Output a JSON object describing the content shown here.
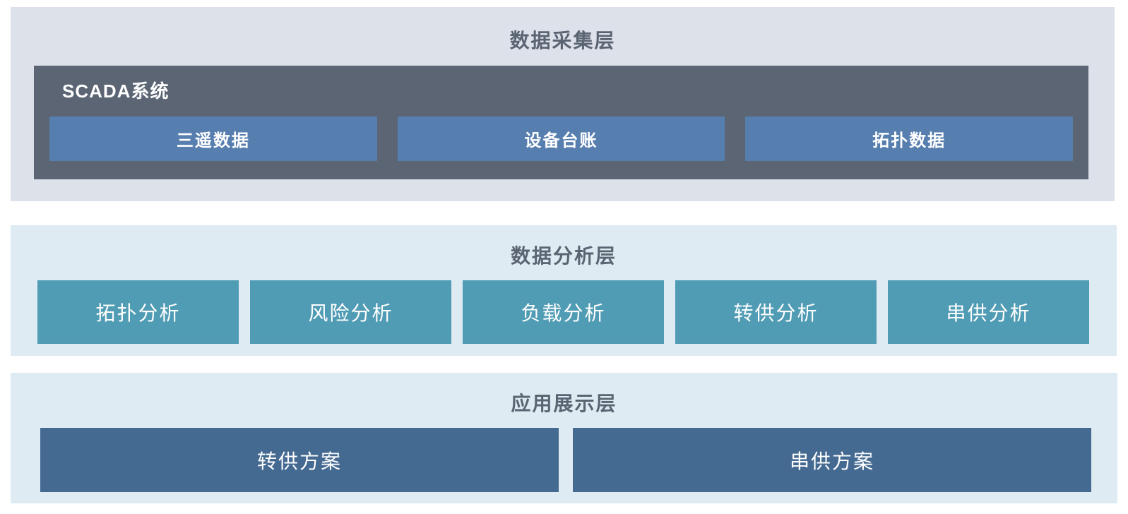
{
  "layers": [
    {
      "title": "数据采集层",
      "container": {
        "title": "SCADA系统",
        "boxes": [
          {
            "label": "三遥数据"
          },
          {
            "label": "设备台账"
          },
          {
            "label": "拓扑数据"
          }
        ]
      }
    },
    {
      "title": "数据分析层",
      "boxes": [
        {
          "label": "拓扑分析"
        },
        {
          "label": "风险分析"
        },
        {
          "label": "负载分析"
        },
        {
          "label": "转供分析"
        },
        {
          "label": "串供分析"
        }
      ]
    },
    {
      "title": "应用展示层",
      "boxes": [
        {
          "label": "转供方案"
        },
        {
          "label": "串供方案"
        }
      ]
    }
  ],
  "colors": {
    "page_background": "#ffffff",
    "collection_panel_background": "#dde1ea",
    "scada_container_background": "#5b6574",
    "collection_box_blue": "#567eae",
    "analysis_panel_background": "#deebf2",
    "analysis_box_teal": "#519cb5",
    "application_box_navy": "#456a92",
    "layer_title_text": "#5b6472",
    "box_label_text": "#ffffff"
  }
}
